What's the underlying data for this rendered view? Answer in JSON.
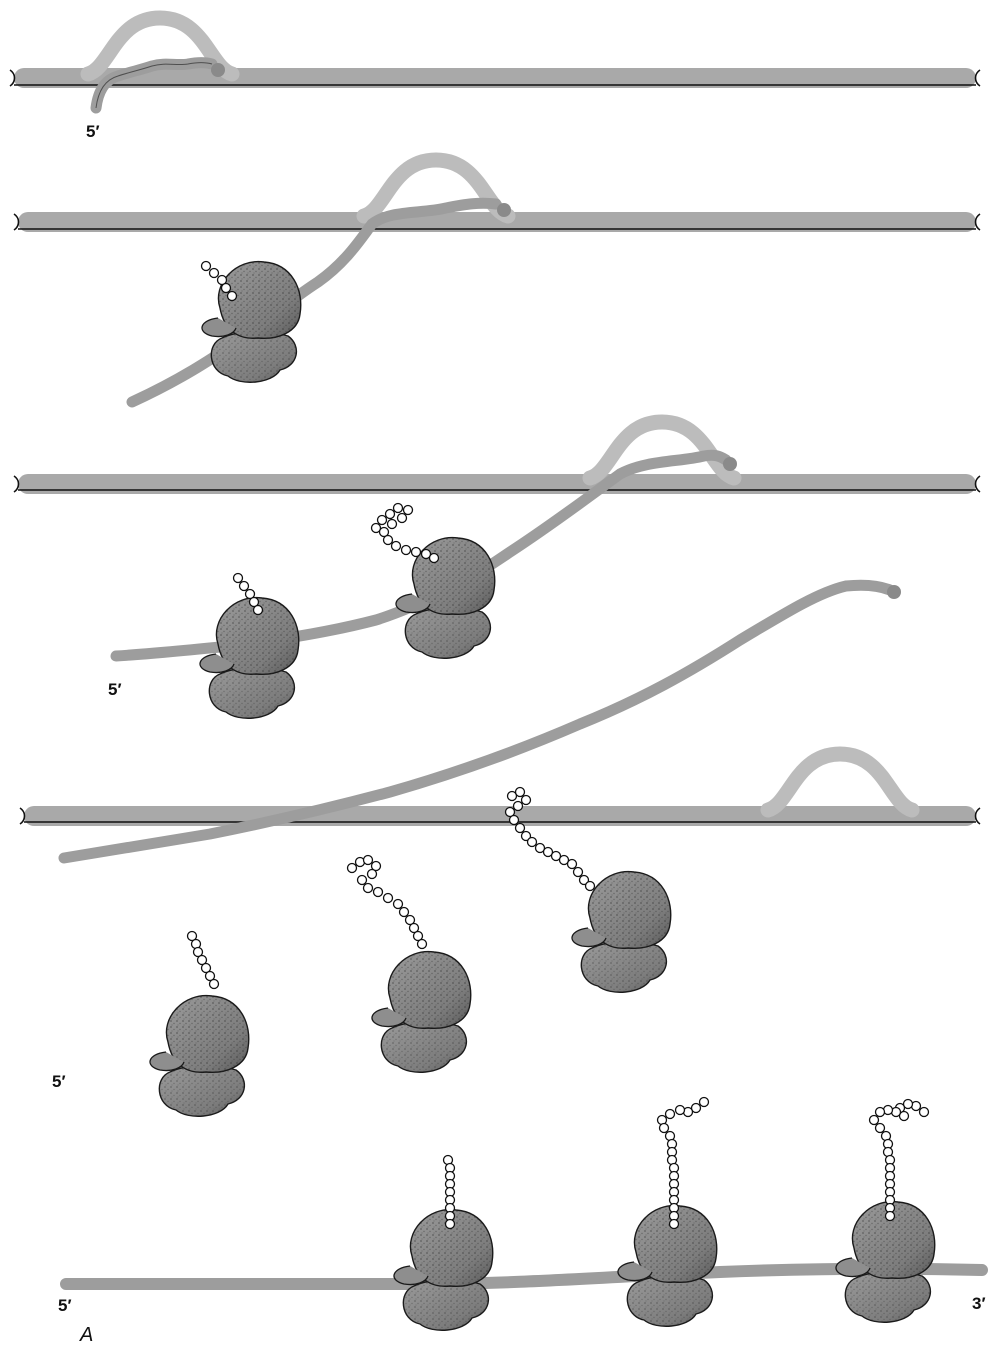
{
  "labels": {
    "five_prime": "5′",
    "three_prime": "3′",
    "panel": "A"
  },
  "colors": {
    "dna": "#a9a9a9",
    "rna": "#9d9d9d",
    "ribosome": "#8a8a8a",
    "outline": "#1a1a1a",
    "background": "#ffffff"
  },
  "stages": [
    {
      "ribosome_count": 0
    },
    {
      "ribosome_count": 1
    },
    {
      "ribosome_count": 2
    },
    {
      "ribosome_count": 3
    },
    {
      "ribosome_count": 3
    }
  ]
}
